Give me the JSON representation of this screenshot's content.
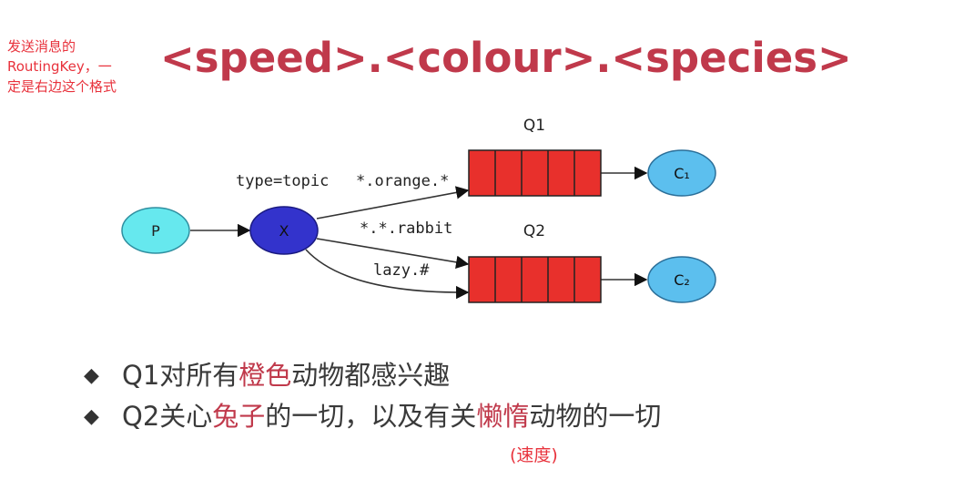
{
  "note": {
    "text": "发送消息的\nRoutingKey，一\n定是右边这个格式"
  },
  "title": "<speed>.<colour>.<species>",
  "diagram": {
    "producer_label": "P",
    "exchange_label": "X",
    "exchange_type": "type=topic",
    "queue1_label": "Q1",
    "queue2_label": "Q2",
    "consumer1_label": "C₁",
    "consumer2_label": "C₂",
    "binding_q1": "*.orange.*",
    "binding_q2_rabbit": "*.*.rabbit",
    "binding_q2_lazy": "lazy.#",
    "colors": {
      "producer": "#66e8ee",
      "exchange": "#3333cc",
      "queue": "#e8302c",
      "consumer": "#5cbfee"
    }
  },
  "bullets": [
    {
      "prefix": "Q1对所有",
      "highlight": "橙色",
      "suffix": "动物都感兴趣"
    },
    {
      "prefix": "Q2关心",
      "highlight": "兔子",
      "middle": "的一切，以及有关",
      "highlight2": "懒惰",
      "suffix": "动物的一切"
    }
  ],
  "footnote": "(速度)",
  "colors": {
    "title": "#c0394b",
    "note": "#e8323c",
    "body_text": "#3a3a3a"
  }
}
